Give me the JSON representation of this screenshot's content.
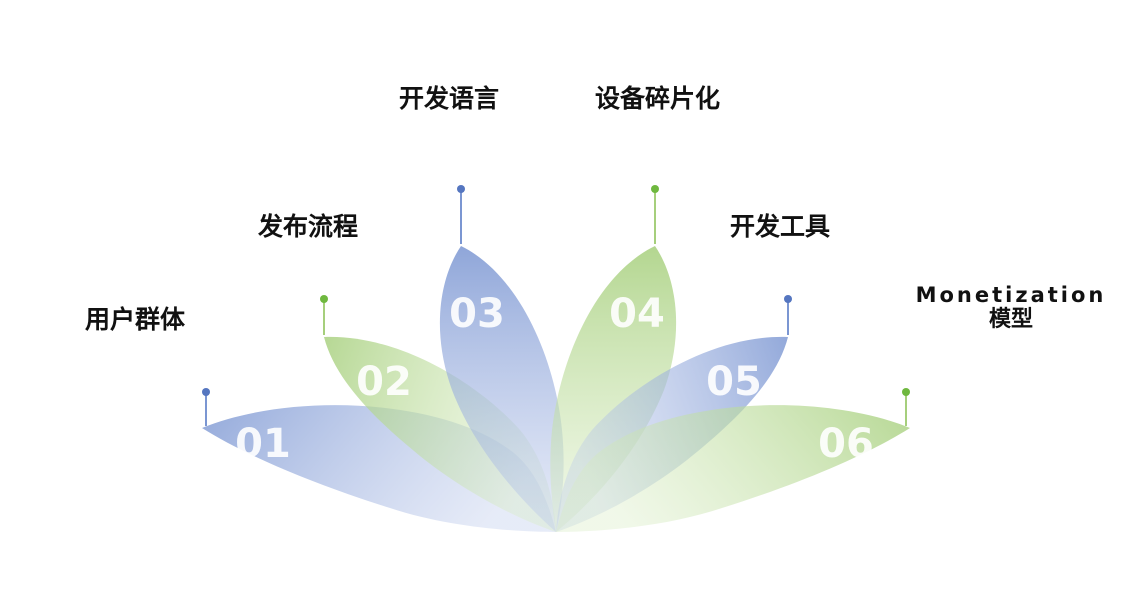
{
  "colors": {
    "blue": "#7b96d2",
    "green": "#a6cf7c",
    "blue_dot": "#5576c0",
    "green_dot": "#6fb83f"
  },
  "petals": [
    {
      "number": "01",
      "label": "用户群体",
      "color": "blue"
    },
    {
      "number": "02",
      "label": "发布流程",
      "color": "green"
    },
    {
      "number": "03",
      "label": "开发语言",
      "color": "blue"
    },
    {
      "number": "04",
      "label": "设备碎片化",
      "color": "green"
    },
    {
      "number": "05",
      "label": "开发工具",
      "color": "blue"
    },
    {
      "number": "06",
      "label_line1": "Monetization",
      "label_line2": "模型",
      "color": "green"
    }
  ]
}
